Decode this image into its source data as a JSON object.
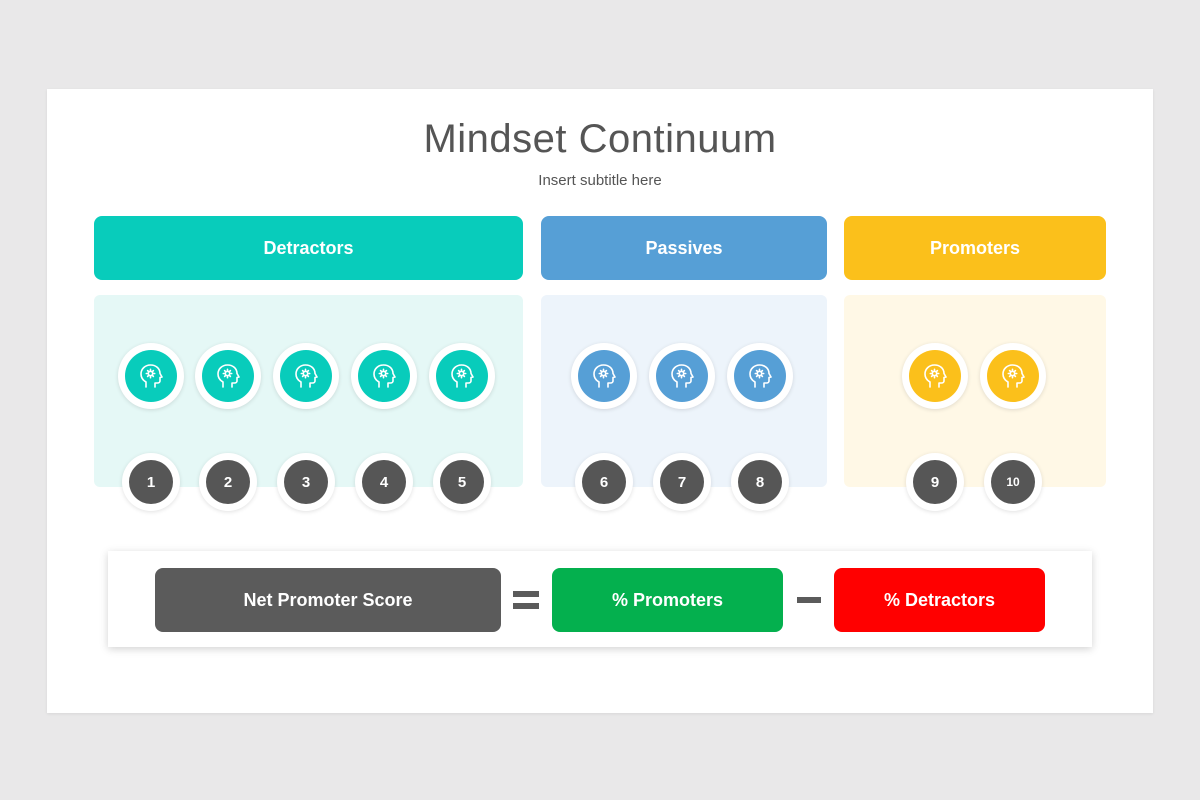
{
  "slide": {
    "title": "Mindset Continuum",
    "subtitle": "Insert subtitle here"
  },
  "colors": {
    "detractors": "#08ccbb",
    "passives": "#569fd6",
    "promoters": "#fbc01b",
    "number_circle": "#565656",
    "net_promoter_box": "#5b5b5b",
    "promoters_box": "#04b04e",
    "detractors_box": "#ff0000",
    "operator": "#5b5b5b"
  },
  "categories": [
    {
      "label": "Detractors",
      "scores": [
        "1",
        "2",
        "3",
        "4",
        "5"
      ],
      "icon": "head-gear-icon"
    },
    {
      "label": "Passives",
      "scores": [
        "6",
        "7",
        "8"
      ],
      "icon": "head-gear-icon"
    },
    {
      "label": "Promoters",
      "scores": [
        "9",
        "10"
      ],
      "icon": "head-gear-icon"
    }
  ],
  "formula": {
    "net_promoter_score": "Net Promoter Score",
    "equals": "equals-icon",
    "promoters": "% Promoters",
    "minus": "minus-icon",
    "detractors": "% Detractors"
  }
}
